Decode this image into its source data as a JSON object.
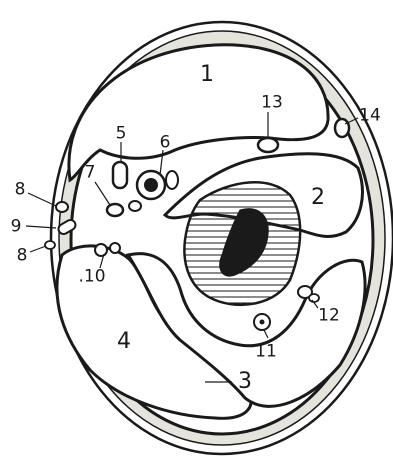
{
  "figure": {
    "labels": {
      "l1": "1",
      "l2": "2",
      "l3": "3",
      "l4": "4",
      "l5": "5",
      "l6": "6",
      "l7": "7",
      "l8a": "8",
      "l8b": "8",
      "l9": "9",
      "l10": ".10",
      "l11": "11",
      "l12": "12",
      "l13": "13",
      "l14": "14"
    },
    "colors": {
      "ink": "#1a1a1a",
      "ring_fill": "#e4e4dc",
      "paper": "#ffffff"
    }
  }
}
